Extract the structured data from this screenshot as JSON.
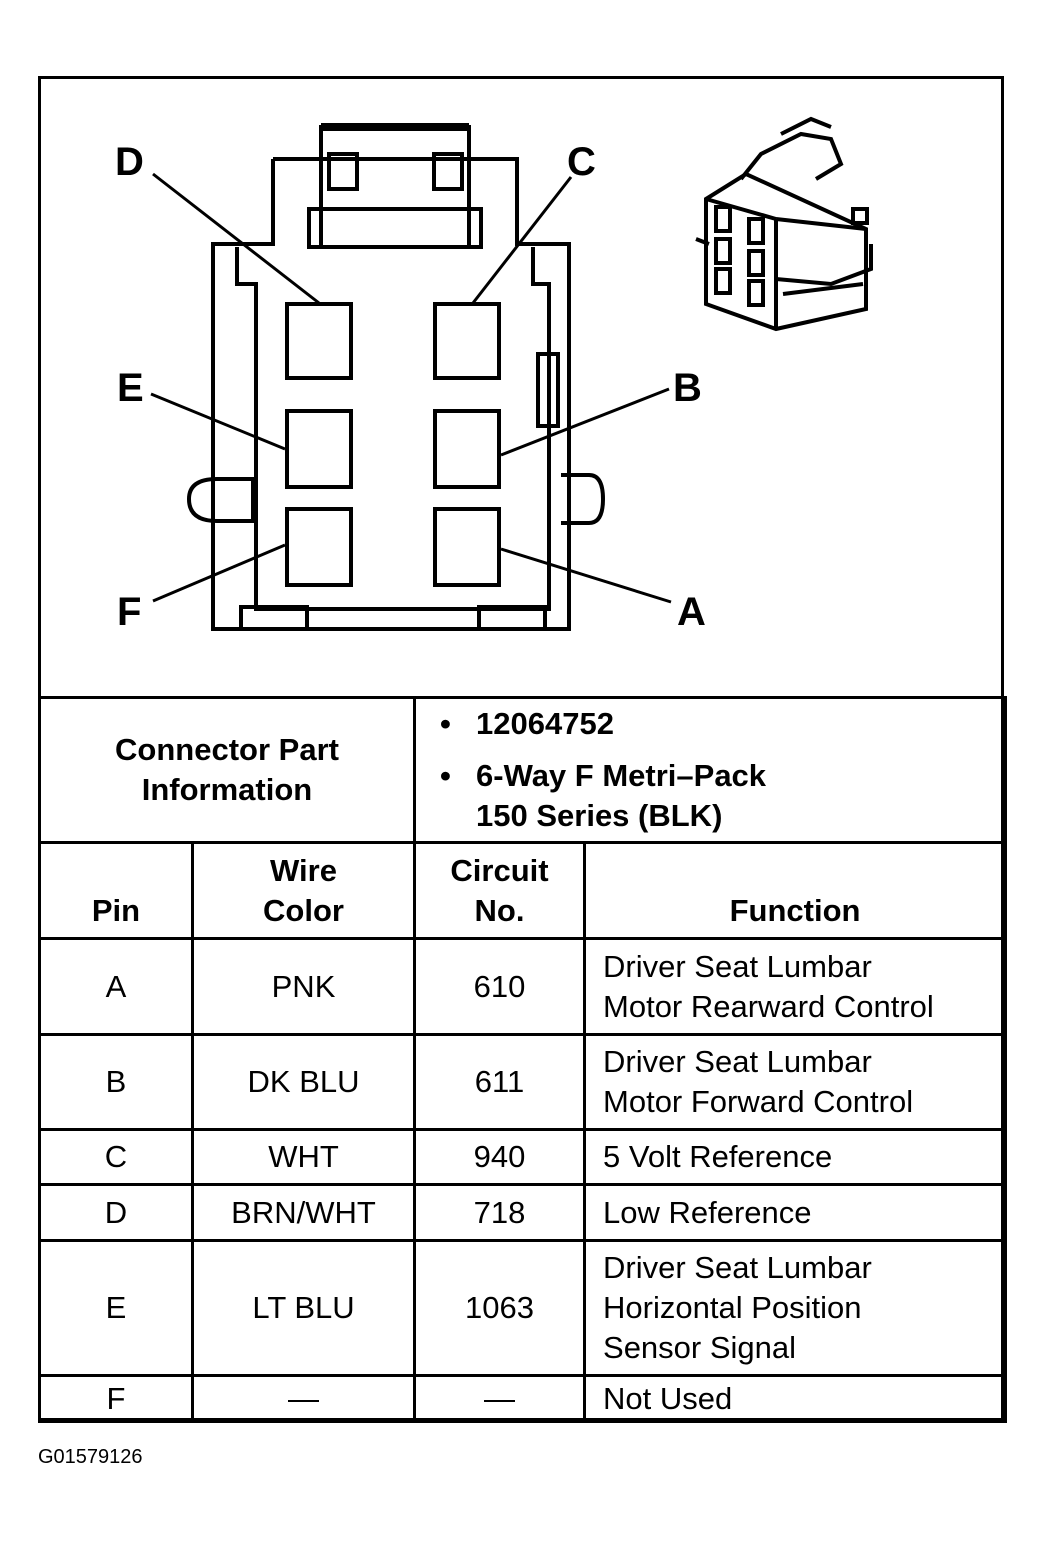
{
  "diagram": {
    "pin_labels": [
      "D",
      "C",
      "E",
      "B",
      "F",
      "A"
    ],
    "icons": [
      "connector-face-view",
      "connector-3d-view"
    ]
  },
  "connector_info": {
    "label_line1": "Connector Part",
    "label_line2": "Information",
    "bullet": "•",
    "part_number": "12064752",
    "description_line1": "6-Way F Metri–Pack",
    "description_line2": "150 Series (BLK)"
  },
  "headers": {
    "pin": "Pin",
    "wire_color_line1": "Wire",
    "wire_color_line2": "Color",
    "circuit_line1": "Circuit",
    "circuit_line2": "No.",
    "function": "Function"
  },
  "rows": [
    {
      "pin": "A",
      "wire_color": "PNK",
      "circuit": "610",
      "function_lines": [
        "Driver Seat Lumbar",
        "Motor Rearward Control"
      ]
    },
    {
      "pin": "B",
      "wire_color": "DK BLU",
      "circuit": "611",
      "function_lines": [
        "Driver Seat Lumbar",
        "Motor Forward Control"
      ]
    },
    {
      "pin": "C",
      "wire_color": "WHT",
      "circuit": "940",
      "function_lines": [
        "5 Volt Reference"
      ]
    },
    {
      "pin": "D",
      "wire_color": "BRN/WHT",
      "circuit": "718",
      "function_lines": [
        "Low Reference"
      ]
    },
    {
      "pin": "E",
      "wire_color": "LT BLU",
      "circuit": "1063",
      "function_lines": [
        "Driver Seat Lumbar",
        "Horizontal Position",
        "Sensor Signal"
      ]
    },
    {
      "pin": "F",
      "wire_color": "—",
      "circuit": "—",
      "function_lines": [
        "Not Used"
      ]
    }
  ],
  "figure_id": "G01579126"
}
